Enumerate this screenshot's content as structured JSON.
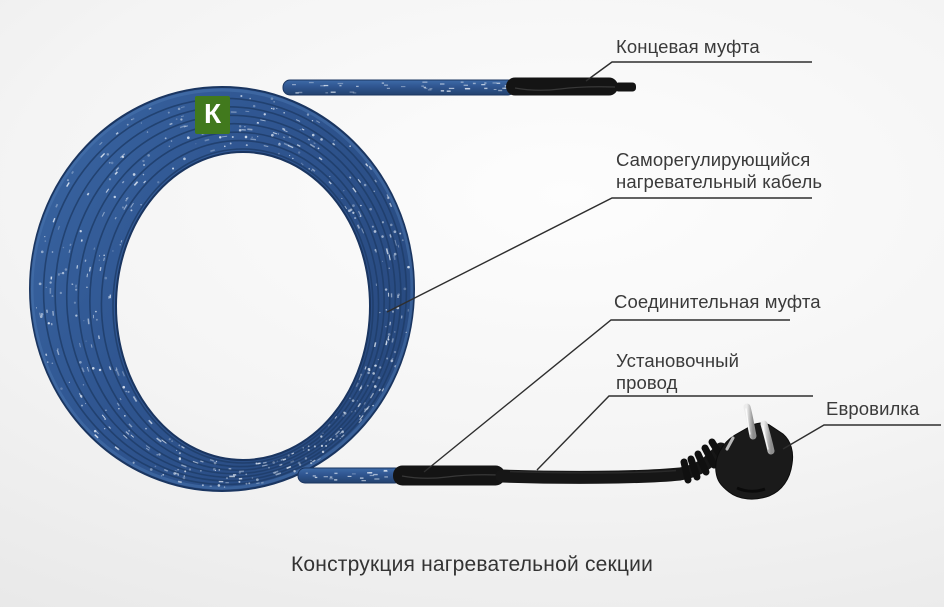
{
  "caption": "Конструкция нагревательной секции",
  "logo": {
    "letter": "К",
    "color": "#41791d"
  },
  "labels": {
    "end_sleeve": "Концевая муфта",
    "heating_cable": "Саморегулирующийся\nнагревательный кабель",
    "connection_sleeve": "Соединительная муфта",
    "installation_wire": "Установочный\nпровод",
    "euro_plug": "Евровилка"
  },
  "colors": {
    "cable_blue": "#2f5590",
    "cable_blue_dark": "#1a3560",
    "part_black": "#141414",
    "label_text": "#3a3a3a",
    "logo_green": "#41791d"
  }
}
